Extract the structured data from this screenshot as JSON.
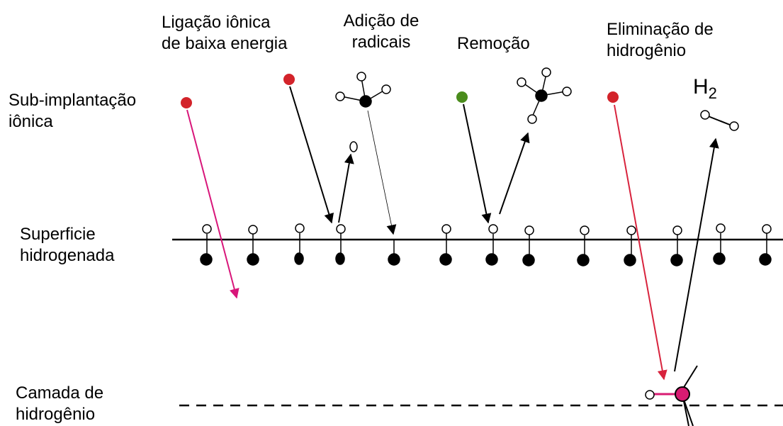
{
  "labels": {
    "ion_subplantation": [
      "Sub-implantação",
      "iônica"
    ],
    "low_energy_ion": [
      "Ligação iônica",
      "de baixa energia"
    ],
    "radical_addition": [
      "Adição de",
      "radicais"
    ],
    "removal": "Remoção",
    "hydrogen_elimination": [
      "Eliminação de",
      "hidrogênio"
    ],
    "h2_symbol": "H",
    "h2_subscript": "2",
    "hydrogenated_surface": [
      "Superficie",
      "hidrogenada"
    ],
    "hydrogen_layer": [
      "Camada de",
      "hidrogênio"
    ]
  },
  "colors": {
    "ion_red": "#d3232a",
    "removal_green": "#4a8c1c",
    "subplantation_arrow": "#d8167a",
    "elimination_arrow": "#d8233d",
    "hydrogen_layer_atom": "#d81b72",
    "ink": "#000000"
  }
}
